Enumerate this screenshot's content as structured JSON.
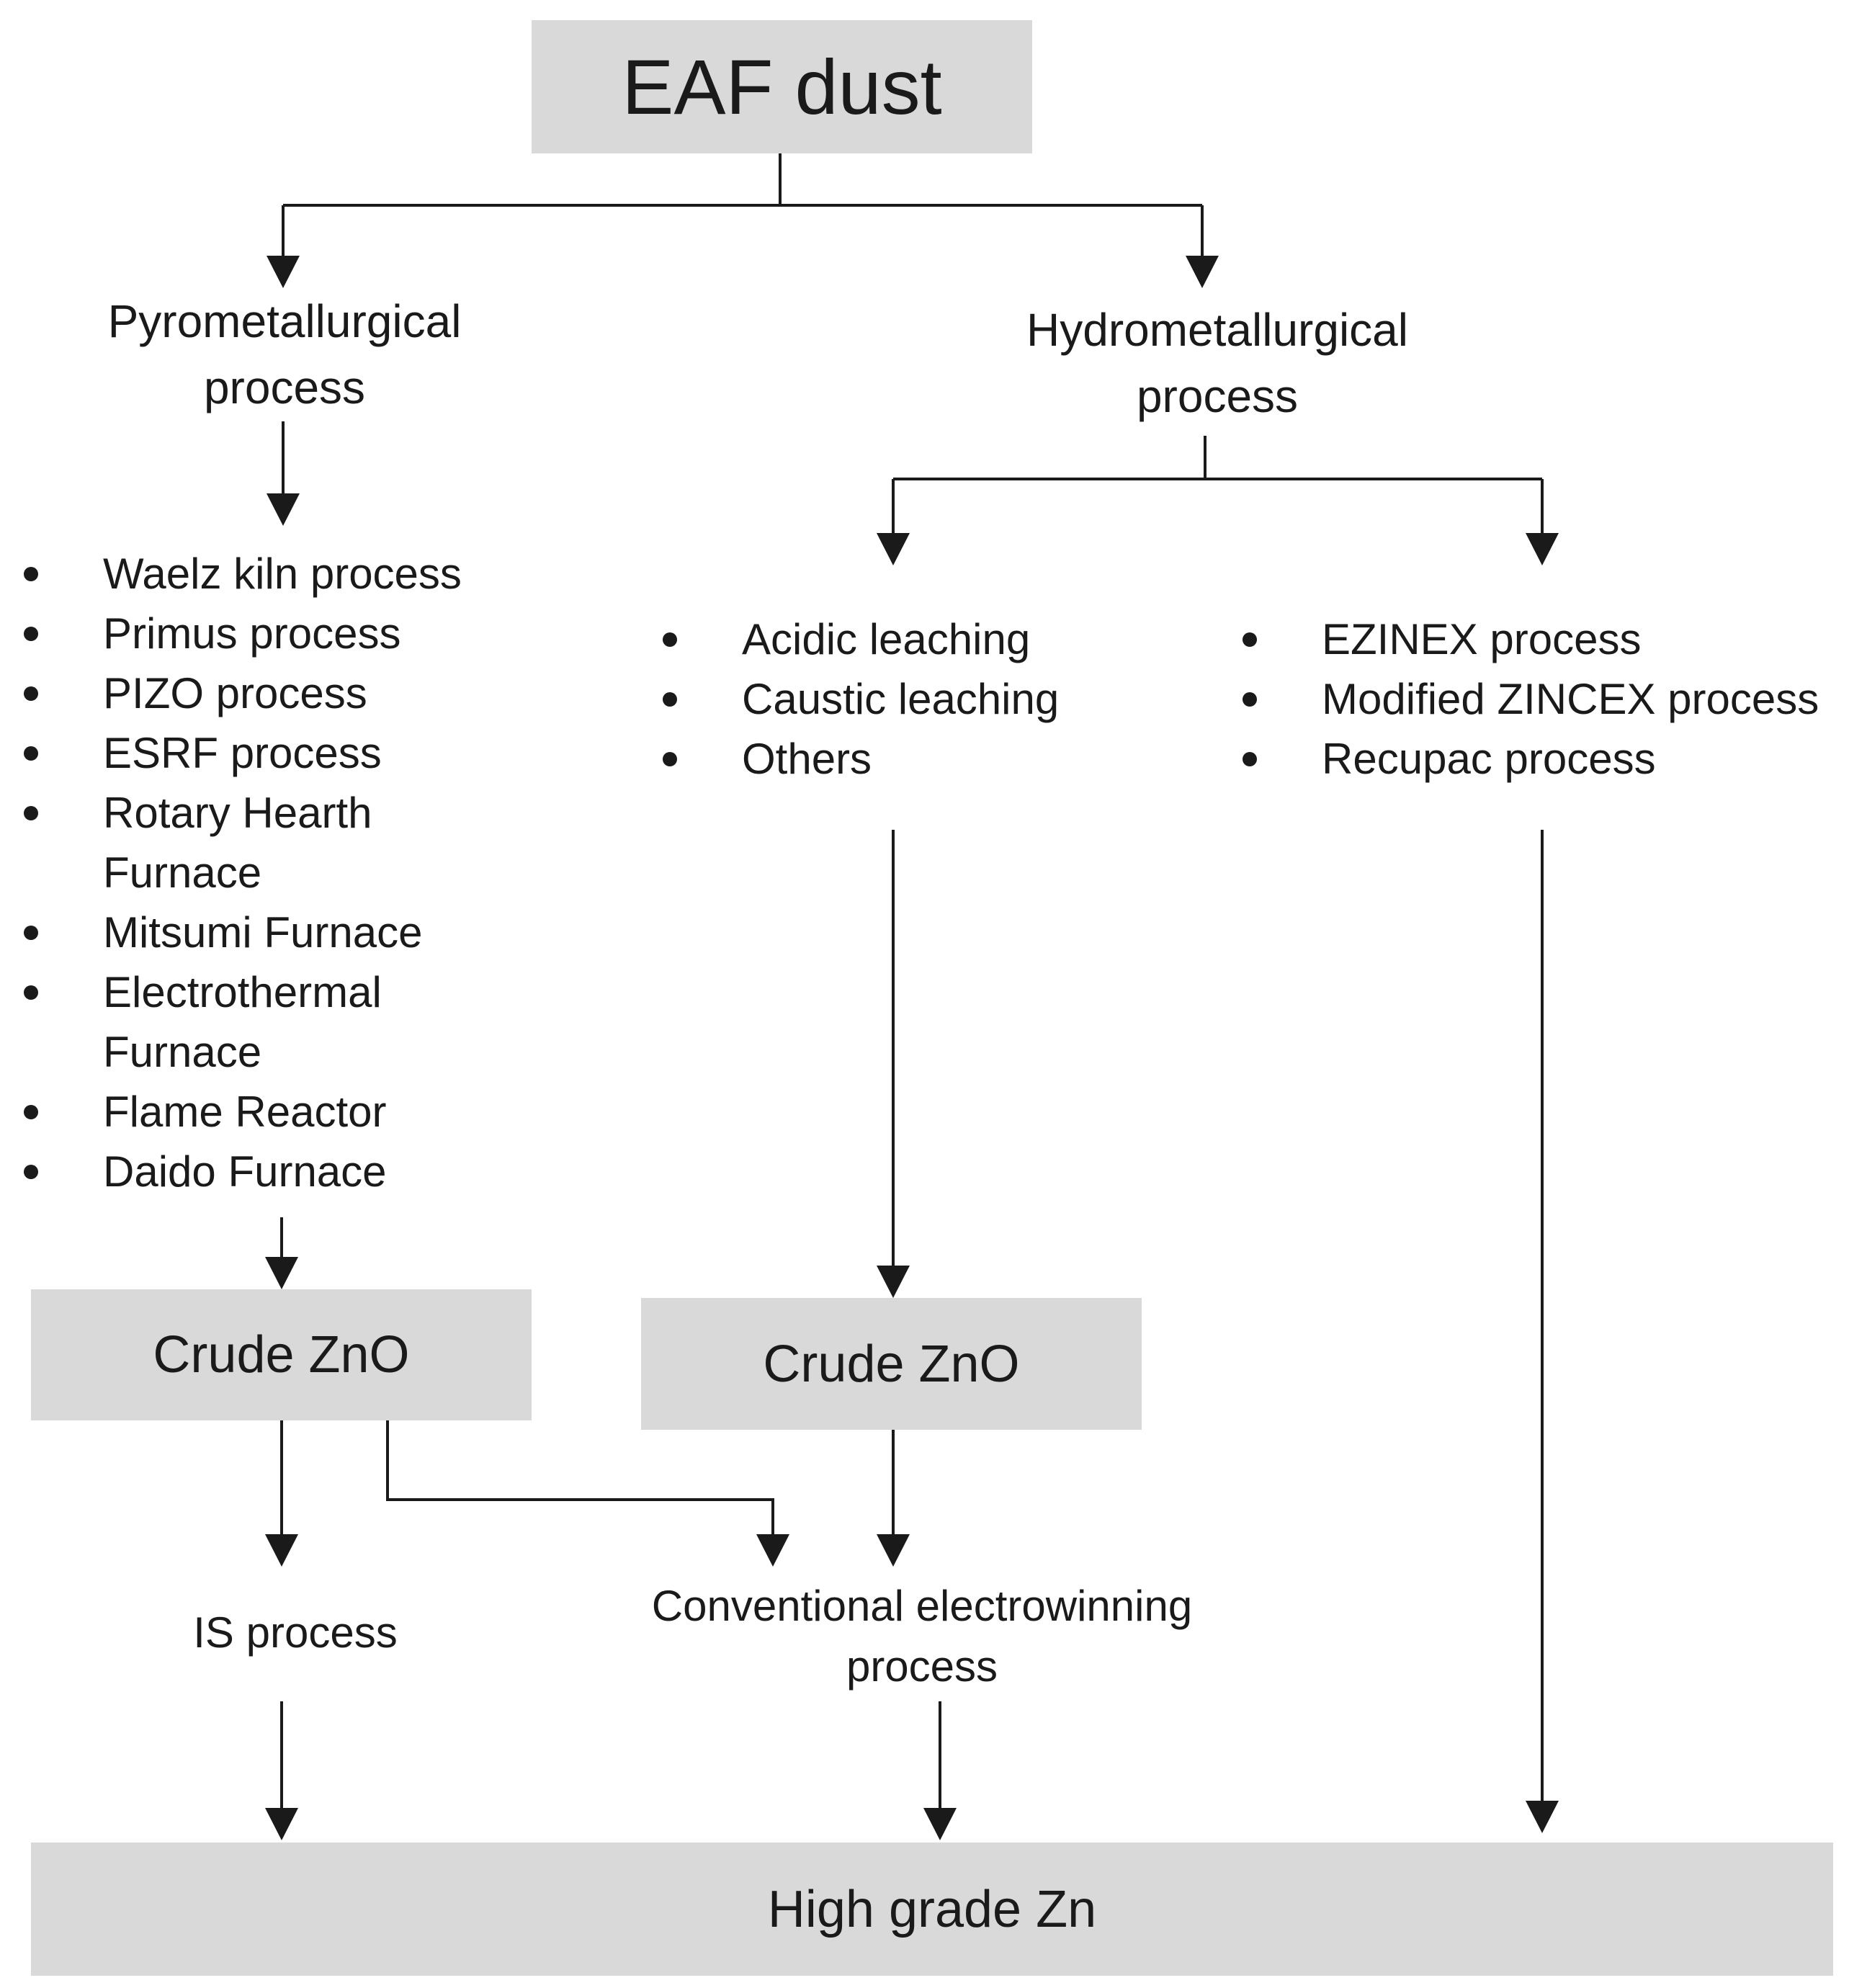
{
  "nodes": {
    "root": "EAF dust",
    "pyro": [
      "Pyrometallurgical",
      "process"
    ],
    "hydro": [
      "Hydrometallurgical",
      "process"
    ],
    "crude_left": "Crude ZnO",
    "crude_right": "Crude ZnO",
    "is_process": "IS process",
    "electrowinning": [
      "Conventional electrowinning",
      "process"
    ],
    "final": "High grade Zn"
  },
  "pyro_items": [
    [
      "Waelz kiln process"
    ],
    [
      "Primus process"
    ],
    [
      "PIZO process"
    ],
    [
      "ESRF process"
    ],
    [
      "Rotary Hearth",
      "Furnace"
    ],
    [
      "Mitsumi Furnace"
    ],
    [
      "Electrothermal",
      "Furnace"
    ],
    [
      "Flame Reactor"
    ],
    [
      "Daido Furnace"
    ]
  ],
  "hydro_leaching_items": [
    "Acidic leaching",
    "Caustic leaching",
    "Others"
  ],
  "hydro_process_items": [
    "EZINEX process",
    "Modified ZINCEX process",
    "Recupac process"
  ],
  "colors": {
    "box_fill": "#d9d9d9",
    "line": "#1a1a1a"
  }
}
